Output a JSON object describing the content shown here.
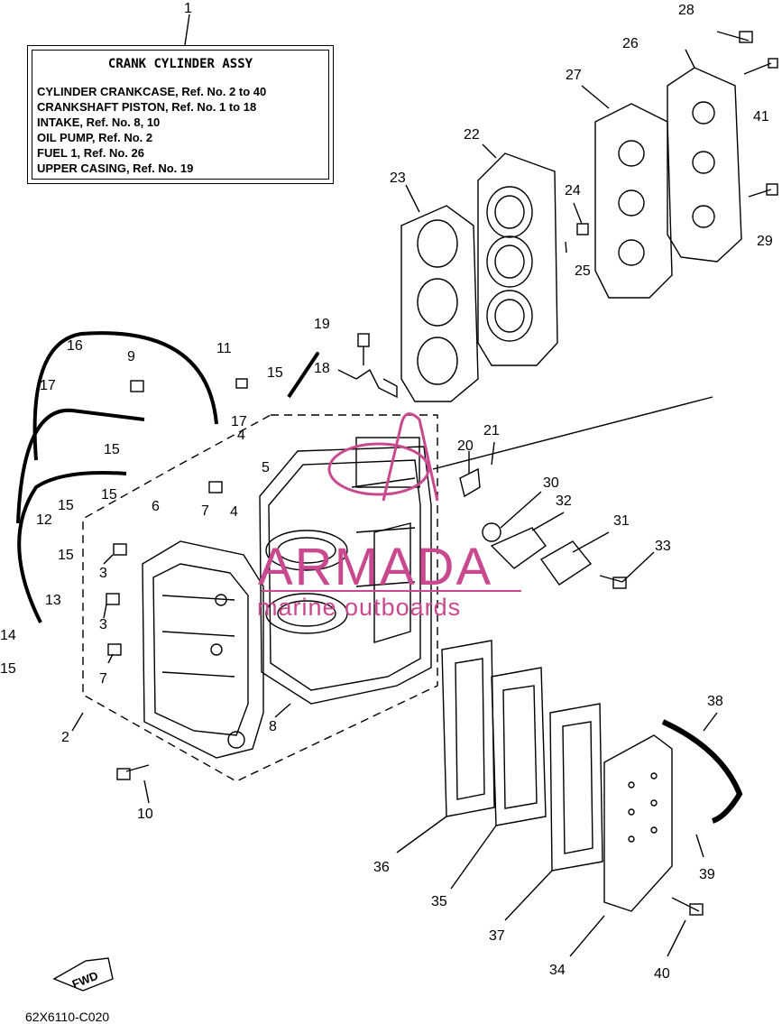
{
  "reference_box": {
    "title": "CRANK CYLINDER ASSY",
    "lines": [
      "CYLINDER CRANKCASE,  Ref. No. 2 to 40",
      "CRANKSHAFT PISTON,  Ref. No. 1 to 18",
      "INTAKE,  Ref. No. 8, 10",
      "OIL PUMP,  Ref. No. 2",
      "FUEL 1,  Ref. No. 26",
      "UPPER CASING,  Ref. No. 19"
    ]
  },
  "watermark": {
    "name": "ARMADA",
    "tagline": "marine outboards",
    "color": "#c9498f"
  },
  "callouts": {
    "c1": "1",
    "c2": "2",
    "c3a": "3",
    "c3b": "3",
    "c4a": "4",
    "c4b": "4",
    "c5": "5",
    "c6": "6",
    "c7a": "7",
    "c7b": "7",
    "c8": "8",
    "c9": "9",
    "c10": "10",
    "c11": "11",
    "c12": "12",
    "c13": "13",
    "c14": "14",
    "c15a": "15",
    "c15b": "15",
    "c15c": "15",
    "c15d": "15",
    "c15e": "15",
    "c15f": "15",
    "c16": "16",
    "c17a": "17",
    "c17b": "17",
    "c18": "18",
    "c19": "19",
    "c20": "20",
    "c21": "21",
    "c22": "22",
    "c23": "23",
    "c24": "24",
    "c25": "25",
    "c26": "26",
    "c27": "27",
    "c28": "28",
    "c29": "29",
    "c30": "30",
    "c31": "31",
    "c32": "32",
    "c33": "33",
    "c34": "34",
    "c35": "35",
    "c36": "36",
    "c37": "37",
    "c38": "38",
    "c39": "39",
    "c40": "40",
    "c41": "41"
  },
  "fwd_label": "FWD",
  "drawing_code": "62X6110-C020"
}
